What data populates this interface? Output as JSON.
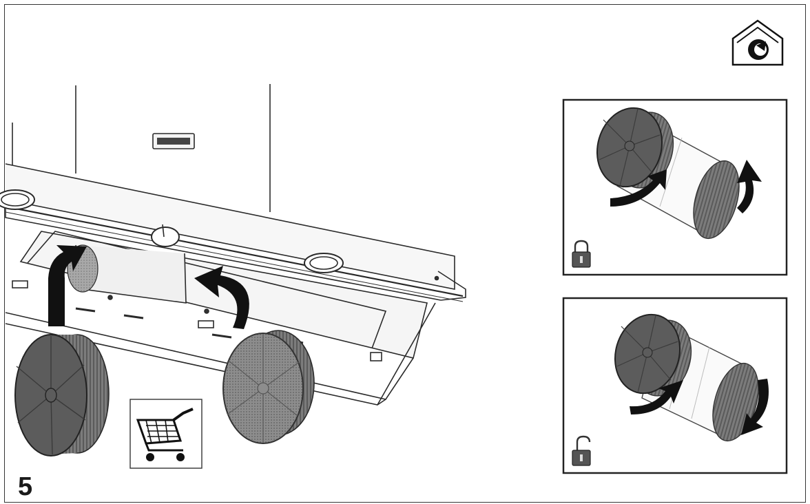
{
  "step": {
    "number": "5"
  },
  "icons": {
    "service_house": "service-house-icon",
    "shopping_cart": "shopping-cart-icon",
    "lock_closed": "padlock-closed-icon",
    "lock_open": "padlock-open-icon"
  },
  "panels": [
    {
      "id": "lock",
      "lock_state": "closed",
      "rotation": "clockwise"
    },
    {
      "id": "unlock",
      "lock_state": "open",
      "rotation": "counterclockwise"
    }
  ],
  "colors": {
    "line": "#2a2a2a",
    "filter_dark": "#5b5b5b",
    "filter_mid": "#8a8a8a",
    "filter_light": "#d6d6d6"
  }
}
